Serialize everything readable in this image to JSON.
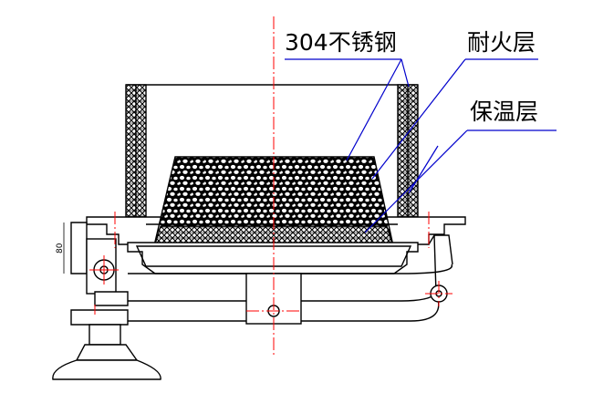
{
  "labels": {
    "steel": "304不锈钢",
    "refractory": "耐火层",
    "insulation": "保温层",
    "dimension": "80"
  },
  "colors": {
    "line": "#000000",
    "centerline": "#ff0000",
    "leader": "#0000cc",
    "background": "#ffffff"
  }
}
